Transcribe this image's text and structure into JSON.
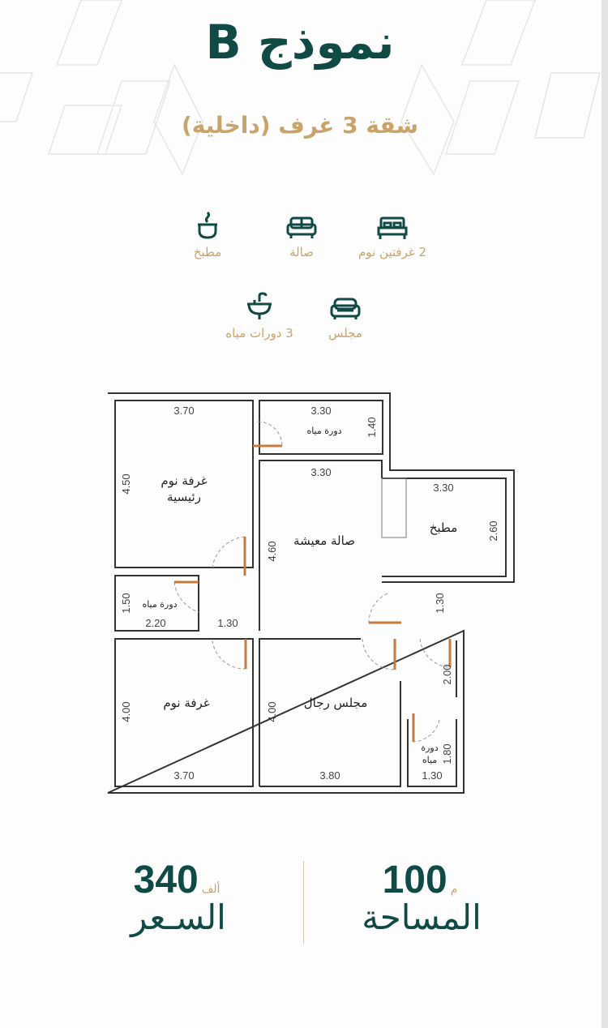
{
  "header": {
    "title": "نموذج B",
    "subtitle": "شقة 3 غرف (داخلية)"
  },
  "features": [
    {
      "icon": "bed-icon",
      "label": "2 غرفتين نوم"
    },
    {
      "icon": "sofa-icon",
      "label": "صالة"
    },
    {
      "icon": "cooking-pot-icon",
      "label": "مطبخ"
    },
    {
      "icon": "armchair-icon",
      "label": "مجلس"
    },
    {
      "icon": "sink-icon",
      "label": "3 دورات مياه"
    }
  ],
  "floor_plan": {
    "rooms": {
      "master_bedroom_1": "غرفة نوم",
      "master_bedroom_2": "رئيسية",
      "wc_top": "دورة مياه",
      "living": "صالة معيشة",
      "kitchen": "مطبخ",
      "wc_left": "دورة مياه",
      "bedroom": "غرفة نوم",
      "majlis": "مجلس رجال",
      "wc_bottom_1": "دورة",
      "wc_bottom_2": "مياه"
    },
    "dimensions": {
      "master_w": "3.70",
      "master_h": "4.50",
      "wc_top_w": "3.30",
      "wc_top_h": "1.40",
      "living_w": "3.30",
      "living_h": "4.60",
      "kitchen_w": "3.30",
      "kitchen_h": "2.60",
      "wc_left_w": "2.20",
      "wc_left_h": "1.50",
      "corridor_w": "1.30",
      "hall_h": "1.30",
      "entry_h": "2.00",
      "bedroom_w": "3.70",
      "bedroom_h": "4.00",
      "majlis_w": "3.80",
      "majlis_h": "4.00",
      "wc_bottom_w": "1.30",
      "wc_bottom_h": "1.80"
    }
  },
  "stats": {
    "area": {
      "value": "100",
      "unit": "م",
      "label": "المساحة"
    },
    "price": {
      "value": "340",
      "unit": "ألف",
      "label": "السـعر"
    }
  },
  "colors": {
    "primary": "#0f4a45",
    "accent": "#c9a46a"
  }
}
